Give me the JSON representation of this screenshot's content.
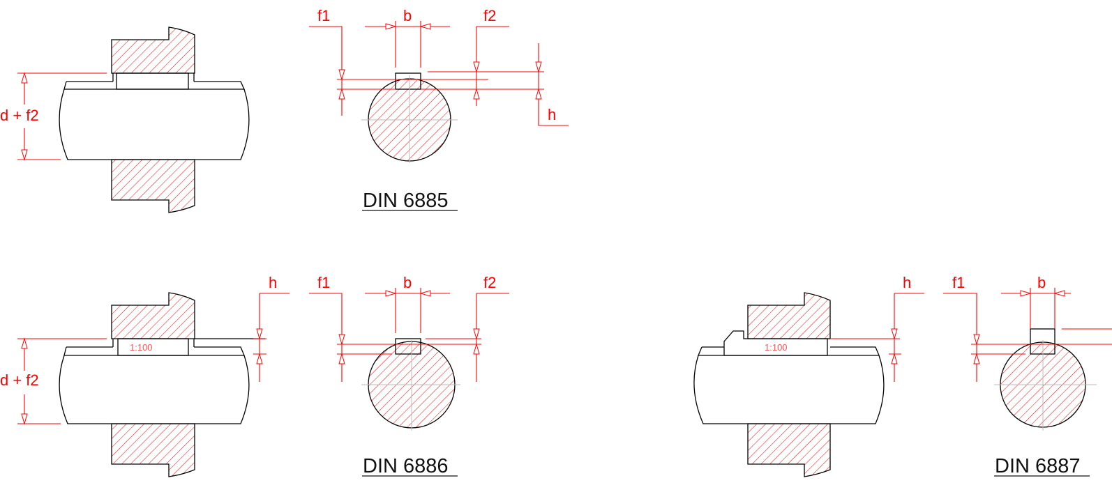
{
  "colors": {
    "dimension": "#ff0000",
    "outline": "#000000",
    "hatch": "#ff0000",
    "centerline": "#bbbbbb"
  },
  "din6885": {
    "title": "DIN 6885",
    "dim_d_f2": "d + f2",
    "f1": "f1",
    "f2": "f2",
    "b": "b",
    "h": "h"
  },
  "din6886": {
    "title": "DIN 6886",
    "dim_d_f2": "d + f2",
    "f1": "f1",
    "f2": "f2",
    "b": "b",
    "h": "h",
    "taper": "1:100"
  },
  "din6887": {
    "title": "DIN 6887",
    "f1": "f1",
    "b": "b",
    "h": "h",
    "taper": "1:100"
  }
}
